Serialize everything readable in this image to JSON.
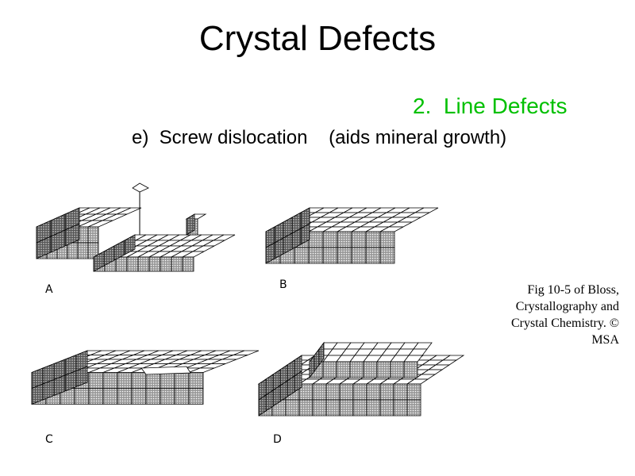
{
  "slide": {
    "title": "Crystal Defects",
    "section": "2.  Line Defects",
    "subtitle": "e)  Screw dislocation    (aids mineral growth)",
    "caption": "Fig 10-5  of Bloss, Crystallography and Crystal Chemistry.  © MSA"
  },
  "figure": {
    "panels": [
      {
        "label": "A"
      },
      {
        "label": "B"
      },
      {
        "label": "C"
      },
      {
        "label": "D"
      }
    ]
  },
  "colors": {
    "section": "#00c000",
    "text": "#000000"
  }
}
